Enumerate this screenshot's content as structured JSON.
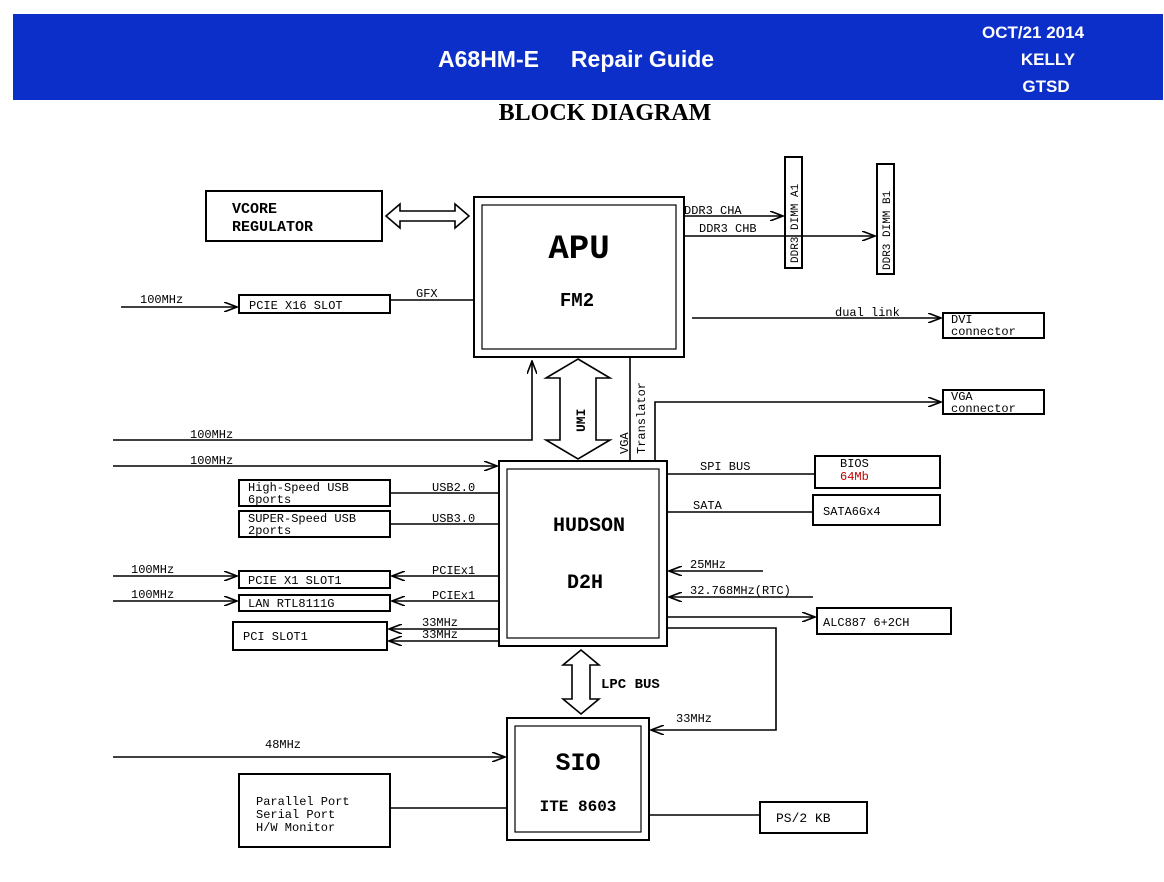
{
  "header": {
    "title": "A68HM-E     Repair Guide",
    "date": "OCT/21 2014",
    "author": "KELLY",
    "dept": "GTSD"
  },
  "heading": "BLOCK DIAGRAM",
  "colors": {
    "banner": "#0b2fc8",
    "accent_red": "#c00000"
  },
  "diagram": {
    "vcore": [
      "VCORE",
      "REGULATOR"
    ],
    "apu": {
      "title": "APU",
      "sub": "FM2"
    },
    "dimm_a1": "DDR3 DIMM A1",
    "dimm_b1": "DDR3 DIMM B1",
    "ddr3_cha": "DDR3 CHA",
    "ddr3_chb": "DDR3 CHB",
    "pcie_x16": "PCIE X16 SLOT",
    "gfx": "GFX",
    "clk_100_1": "100MHz",
    "dual_link": "dual link",
    "dvi": [
      "DVI",
      "connector"
    ],
    "vga": [
      "VGA",
      "connector"
    ],
    "umi": "UMI",
    "vga_translator": [
      "VGA",
      "Translator"
    ],
    "clk_100_2": "100MHz",
    "clk_100_3": "100MHz",
    "hudson": {
      "title": "HUDSON",
      "sub": "D2H"
    },
    "spi_bus": "SPI BUS",
    "bios": [
      "BIOS",
      "64Mb"
    ],
    "sata": "SATA",
    "sata6g": "SATA6Gx4",
    "hs_usb": [
      "High-Speed USB",
      "6ports"
    ],
    "ss_usb": [
      "SUPER-Speed USB",
      "2ports"
    ],
    "usb20": "USB2.0",
    "usb30": "USB3.0",
    "pcie_x1": "PCIE X1 SLOT1",
    "lan": "LAN RTL8111G",
    "pci_slot": "PCI SLOT1",
    "clk_100_4": "100MHz",
    "clk_100_5": "100MHz",
    "pciex1_a": "PCIEx1",
    "pciex1_b": "PCIEx1",
    "clk_33_a": "33MHz",
    "clk_33_b": "33MHz",
    "clk_25": "25MHz",
    "clk_rtc": "32.768MHz(RTC)",
    "alc": "ALC887 6+2CH",
    "lpc_bus": "LPC BUS",
    "clk_33_c": "33MHz",
    "sio": {
      "title": "SIO",
      "sub": "ITE 8603"
    },
    "clk_48": "48MHz",
    "ports": [
      "Parallel Port",
      "Serial Port",
      "H/W Monitor"
    ],
    "ps2": "PS/2 KB"
  }
}
